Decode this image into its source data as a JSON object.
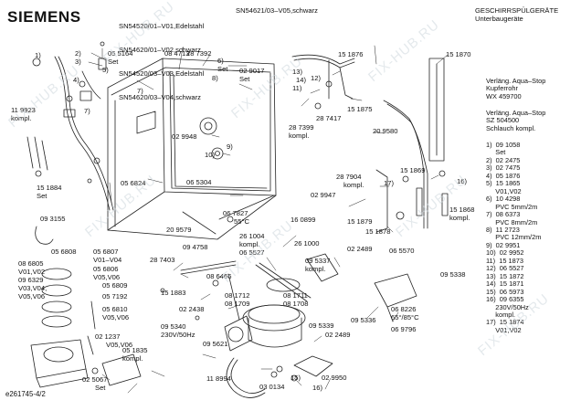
{
  "brand": "SIEMENS",
  "header": {
    "models_left": [
      "SN54520/01–V01,Edelstahl",
      "SN54620/01–V02,schwarz",
      "SN54520/03–V03,Edelstahl",
      "SN54620/03–V04,schwarz"
    ],
    "model_right": "SN54621/03–V05,schwarz",
    "product_type": "GESCHIRRSPÜLGERÄTE",
    "product_subtype": "Unterbaugeräte"
  },
  "notes": [
    "Verläng. Aqua–Stop\nKupferrohr\nWX 459700",
    "Verläng. Aqua–Stop\nSZ 504500\nSchlauch kompl."
  ],
  "parts_list": "1)  09 1058\n     Set\n2)  02 2475\n3)  02 7475\n4)  05 1876\n5)  15 1865\n     V01,V02\n6)  10 4298\n     PVC 5mm/2m\n7)  08 6373\n     PVC 8mm/2m\n8)  11 2723\n     PVC 12mm/2m\n9)  02 9951\n10)  02 9952\n11)  15 1873\n12)  06 5527\n13)  15 1872\n14)  15 1871\n15)  06 5973\n16)  09 6355\n     230V/50Hz\n     kompl.\n17)  15 1874\n     V01,V02",
  "doc_id": "e261745-4/2",
  "watermark": "FIX-HUB.RU",
  "labels": [
    "1)",
    "2)",
    "3)",
    "05 5164",
    "Set",
    "5)",
    "4)",
    "11 9923",
    "kompl.",
    "7)",
    "08 4713",
    "28 7392",
    "6)",
    "Set",
    "7)",
    "8)",
    "02 9017",
    "Set",
    "02 9948",
    "15 1876",
    "13)",
    "14)",
    "12)",
    "11)",
    "28 7417",
    "15 1875",
    "15 1870",
    "28 7399",
    "kompl.",
    "20 9580",
    "15 1884",
    "Set",
    "05 6824",
    "06 5304",
    "9)",
    "10)",
    "15 1869",
    "28 7904",
    "kompl.",
    "02 9947",
    "17)",
    "16)",
    "09 3155",
    "20 9579",
    "06 7827",
    "55°C",
    "16 0899",
    "15 1879",
    "15 1878",
    "15 1868",
    "kompl.",
    "05 6808",
    "05 6807",
    "V01–V04",
    "09 4758",
    "26 1004",
    "kompl.",
    "26 1000",
    "08 6805",
    "V01,V02",
    "05 6806",
    "V05,V06",
    "06 5527",
    "02 2489",
    "06 5570",
    "09 6329",
    "V03,V04,",
    "V05,V06",
    "05 6809",
    "28 7403",
    "08 6466",
    "09 5337",
    "kompl.",
    "09 5338",
    "05 7192",
    "15 1883",
    "05 6810",
    "V05,V06",
    "08 1712",
    "08 1711",
    "08 1709",
    "08 1708",
    "02 2438",
    "06 8226",
    "65°/85°C",
    "02 1237",
    "V05,V06",
    "09 5340",
    "230V/50Hz",
    "09 5339",
    "02 2489",
    "09 5336",
    "06 9796",
    "09 5621",
    "05 1835",
    "kompl.",
    "02 5067",
    "Set",
    "11 8994",
    "15)",
    "03 0134",
    "02 9950",
    "16)"
  ]
}
